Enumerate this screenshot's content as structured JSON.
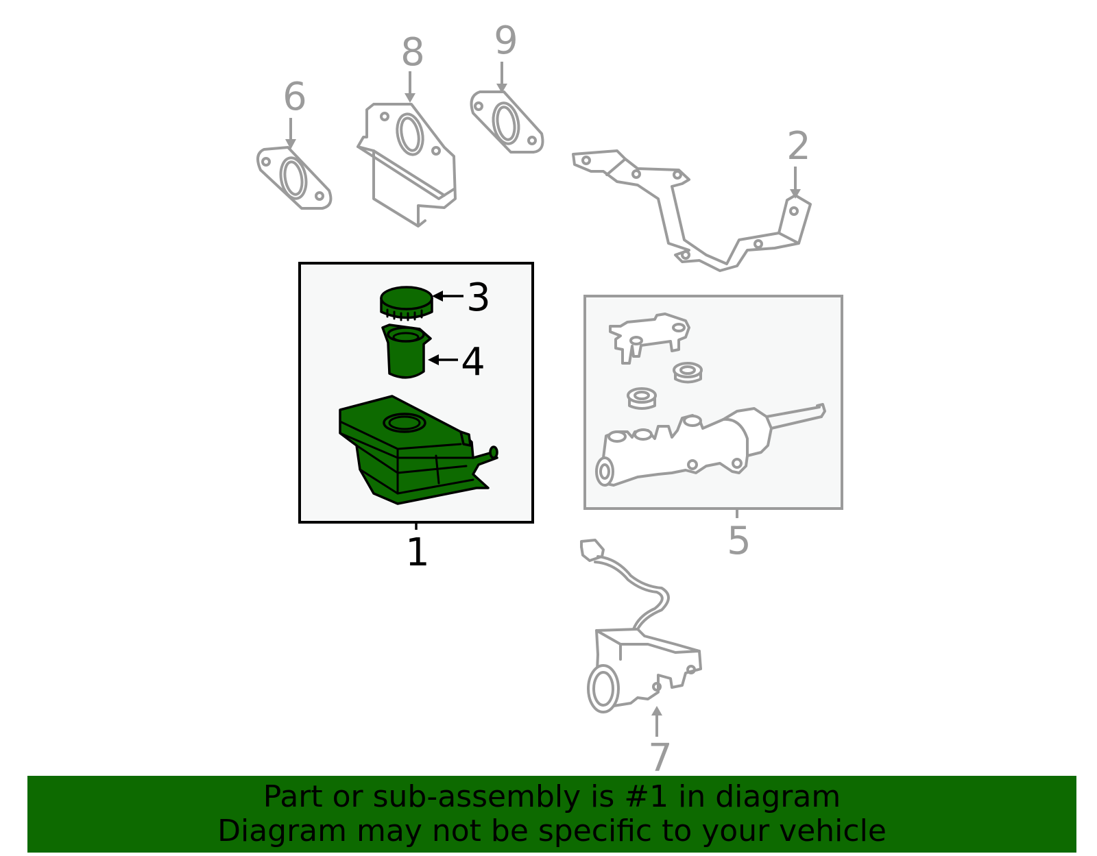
{
  "callouts": {
    "c1": "1",
    "c2": "2",
    "c3": "3",
    "c4": "4",
    "c5": "5",
    "c6": "6",
    "c7": "7",
    "c8": "8",
    "c9": "9"
  },
  "highlight_part": "1",
  "colors": {
    "highlight_green": "#0d6a00",
    "line_gray": "#9b9b9b",
    "box_bg": "#f7f8f8"
  },
  "banner": {
    "line1": "Part or sub-assembly is #1 in diagram",
    "line2": "Diagram may not be specific to your vehicle"
  }
}
